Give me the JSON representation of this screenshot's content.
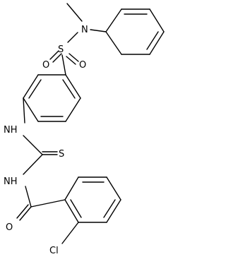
{
  "molecule": {
    "atoms": {
      "N_sulfonamide": "N",
      "S_sulfonyl": "S",
      "O_sulfonyl_left": "O",
      "O_sulfonyl_right": "O",
      "NH_upper": "NH",
      "S_thione": "S",
      "NH_lower": "NH",
      "O_amide": "O",
      "Cl": "Cl"
    }
  }
}
